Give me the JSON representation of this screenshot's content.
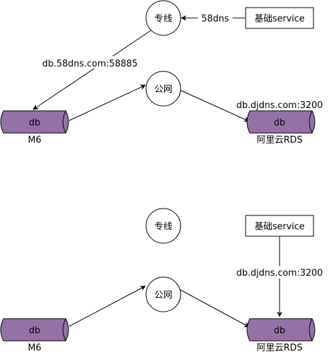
{
  "colors": {
    "db_fill": "#9472a8",
    "line": "#000000",
    "background": "#ffffff"
  },
  "top": {
    "node_zhuanxian": "专线",
    "node_gongwang": "公网",
    "node_service": "基础service",
    "label_58dns": "58dns",
    "label_m6_conn": "db.58dns.com:58885",
    "label_rds_conn": "db.djdns.com:3200",
    "db_left_label": "db",
    "db_left_caption": "M6",
    "db_right_label": "db",
    "db_right_caption": "阿里云RDS"
  },
  "bottom": {
    "node_zhuanxian": "专线",
    "node_gongwang": "公网",
    "node_service": "基础service",
    "label_rds_conn": "db.djdns.com:3200",
    "db_left_label": "db",
    "db_left_caption": "M6",
    "db_right_label": "db",
    "db_right_caption": "阿里云RDS"
  }
}
